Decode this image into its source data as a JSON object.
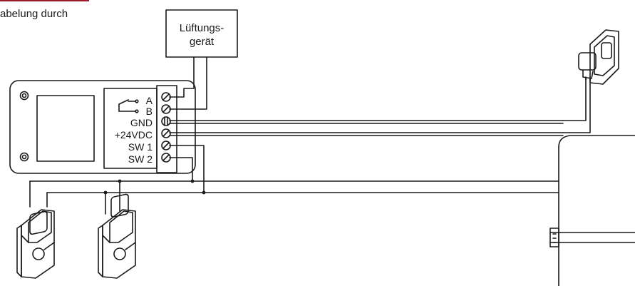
{
  "caption": {
    "text": "abelung durch",
    "rule_color": "#9c1c2c"
  },
  "ventilator": {
    "line1": "Lüftungs-",
    "line2": "gerät"
  },
  "relay": {
    "contact_a": "A",
    "contact_b": "B"
  },
  "terminals": [
    "GND",
    "+24VDC",
    "SW 1",
    "SW 2"
  ],
  "icons": {
    "wall_socket": "wall-socket-plug-icon",
    "power_supply": "power-supply-unit-icon",
    "switches": [
      "wall-switch-icon",
      "wall-switch-icon"
    ]
  },
  "colors": {
    "line": "#1a1a1a",
    "background": "#ffffff"
  }
}
